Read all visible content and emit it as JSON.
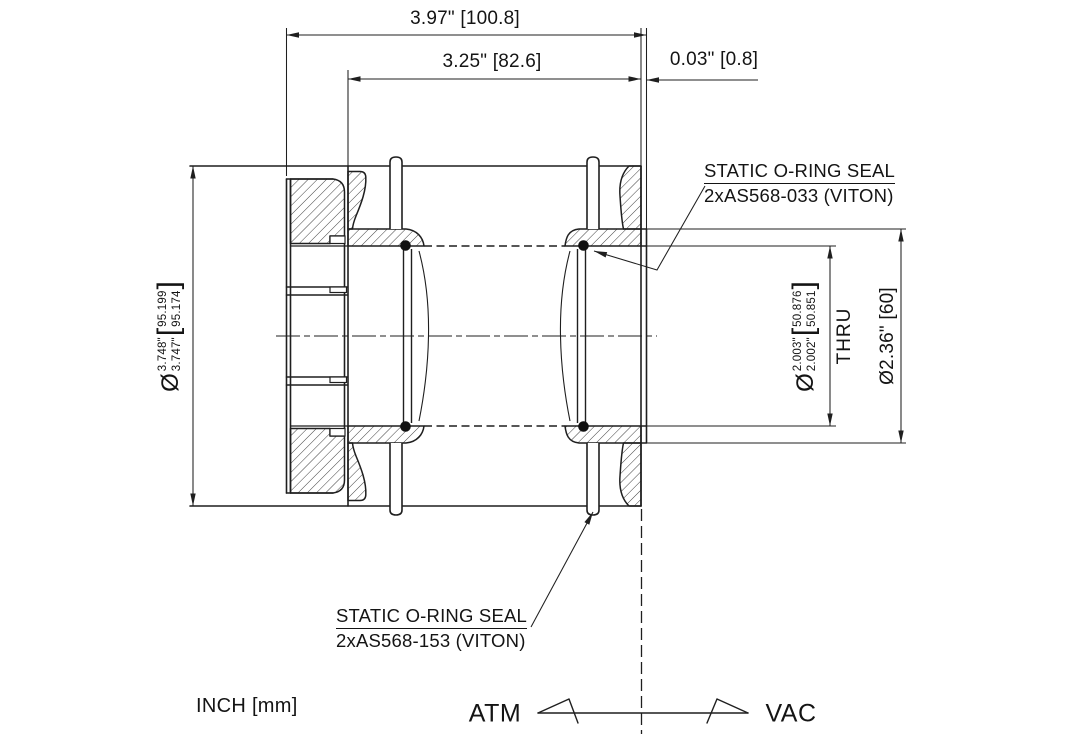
{
  "drawing": {
    "dims": {
      "overall_length": "3.97\" [100.8]",
      "body_length": "3.25\" [82.6]",
      "lip_offset": "0.03\" [0.8]",
      "outer_dia": {
        "symbol": "Ø",
        "inch_high": "3.748\"",
        "inch_low": "3.747\"",
        "bracket_open": "[",
        "mm_high": "95.199",
        "mm_low": "95.174",
        "bracket_close": "]"
      },
      "bore_dia": {
        "symbol": "Ø",
        "inch_high": "2.003\"",
        "inch_low": "2.002\"",
        "bracket_open": "[",
        "mm_high": "50.876",
        "mm_low": "50.851",
        "bracket_close": "]",
        "thru": "THRU"
      },
      "pilot_dia": "Ø2.36\" [60]"
    },
    "callouts": {
      "oring_seal_top": {
        "line1": "STATIC O-RING SEAL",
        "line2": "2xAS568-033 (VITON)"
      },
      "oring_seal_bottom": {
        "line1": "STATIC O-RING SEAL",
        "line2": "2xAS568-153 (VITON)"
      }
    },
    "notes": {
      "units": "INCH [mm]",
      "atmosphere_side": "ATM",
      "vacuum_side": "VAC"
    },
    "colors": {
      "ink": "#1f1f1f",
      "background": "#ffffff"
    }
  }
}
